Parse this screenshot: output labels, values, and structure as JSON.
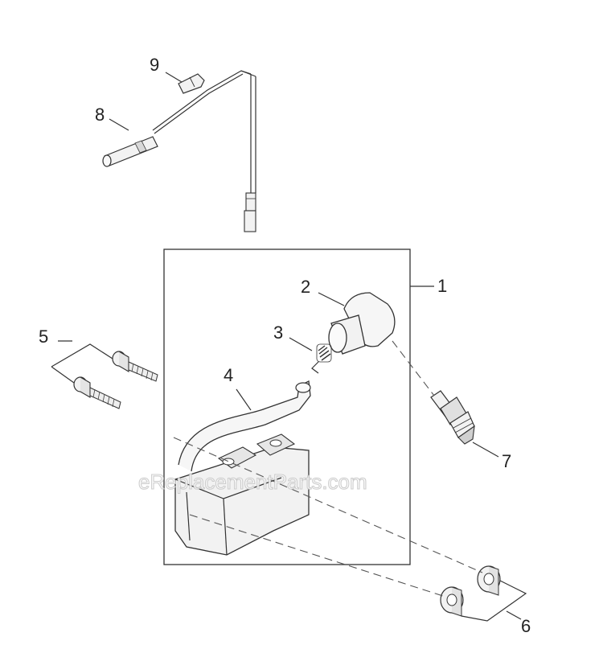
{
  "diagram": {
    "callouts": [
      "1",
      "2",
      "3",
      "4",
      "5",
      "6",
      "7",
      "8",
      "9"
    ],
    "watermark": "eReplacementParts.com",
    "colors": {
      "line": "#333333",
      "part_fill": "#f2f2f2",
      "shade": "#d8d8d8",
      "dark": "#8a8a8a"
    }
  }
}
